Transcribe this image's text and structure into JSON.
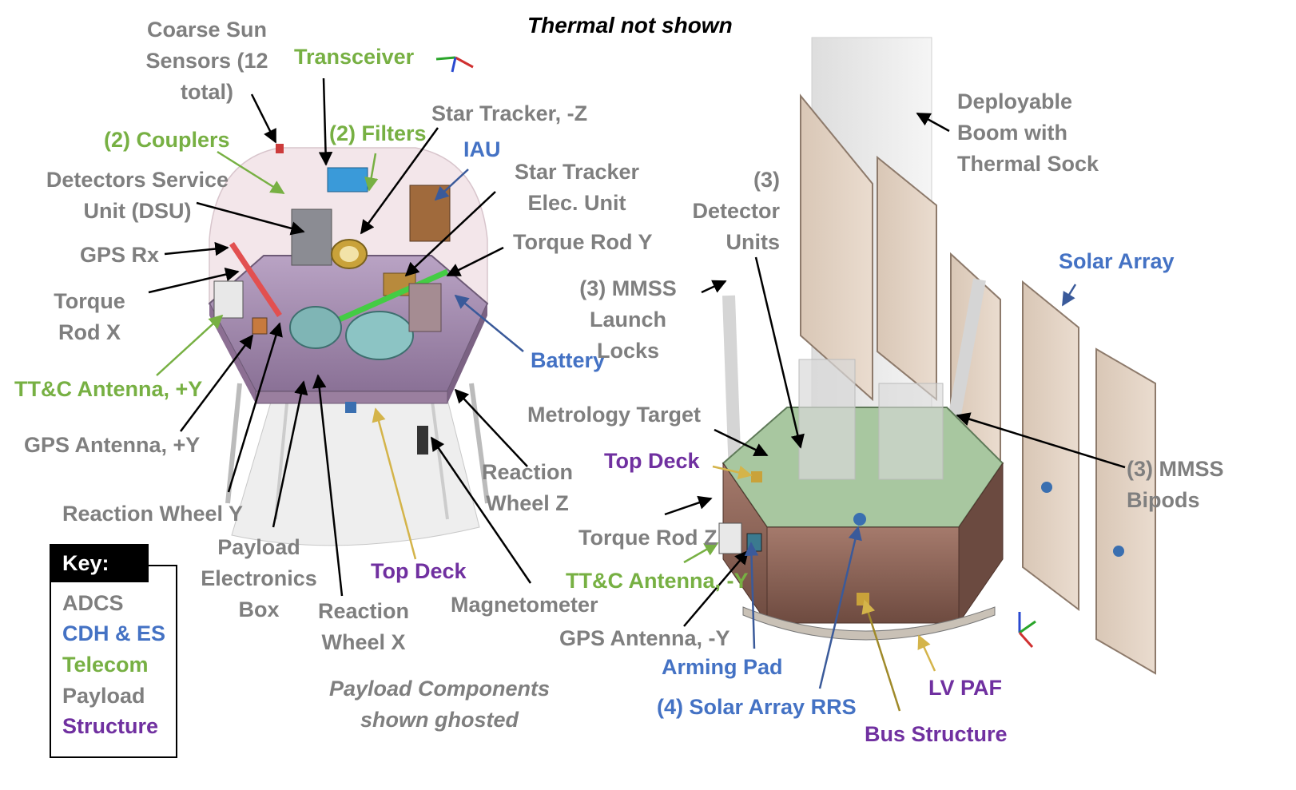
{
  "title": "Thermal not shown",
  "caption": "Payload Components\nshown ghosted",
  "colors": {
    "adcs": "#7f7f7f",
    "cdh_es": "#4472c4",
    "telecom": "#77b043",
    "payload": "#7f7f7f",
    "structure": "#7030a0"
  },
  "key": {
    "header": "Key:",
    "items": [
      "ADCS",
      "CDH & ES",
      "Telecom",
      "Payload",
      "Structure"
    ]
  },
  "labels": {
    "coarse_sun_sensors": "Coarse Sun\nSensors (12\ntotal)",
    "transceiver": "Transceiver",
    "couplers": "(2) Couplers",
    "filters": "(2) Filters",
    "star_tracker": "Star Tracker, -Z",
    "iau": "IAU",
    "dsu": "Detectors Service\nUnit (DSU)",
    "star_tracker_elec": "Star Tracker\nElec. Unit",
    "gps_rx": "GPS Rx",
    "torque_rod_y": "Torque Rod Y",
    "torque_rod_x": "Torque\nRod X",
    "battery": "Battery",
    "ttc_antenna_py": "TT&C Antenna, +Y",
    "gps_antenna_py": "GPS Antenna, +Y",
    "reaction_wheel_y": "Reaction Wheel Y",
    "reaction_wheel_z": "Reaction\nWheel Z",
    "payload_electronics_box": "Payload\nElectronics\nBox",
    "top_deck_left": "Top Deck",
    "reaction_wheel_x": "Reaction\nWheel X",
    "magnetometer": "Magnetometer",
    "deployable_boom": "Deployable\nBoom with\nThermal Sock",
    "detector_units": "(3)\nDetector\nUnits",
    "solar_array": "Solar Array",
    "mmss_launch_locks": "(3) MMSS\nLaunch Locks",
    "metrology_target": "Metrology Target",
    "top_deck_right": "Top Deck",
    "mmss_bipods": "(3) MMSS\nBipods",
    "torque_rod_z": "Torque Rod Z",
    "ttc_antenna_my": "TT&C Antenna, -Y",
    "gps_antenna_my": "GPS Antenna, -Y",
    "arming_pad": "Arming Pad",
    "solar_array_rrs": "(4) Solar Array RRS",
    "lv_paf": "LV PAF",
    "bus_structure": "Bus Structure"
  }
}
